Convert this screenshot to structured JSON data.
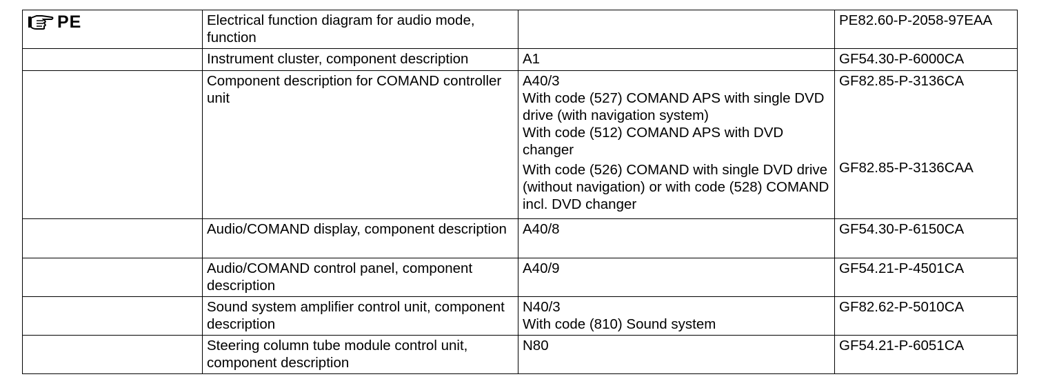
{
  "reference_prefix": {
    "label": "PE",
    "icon": "pointing-hand-icon"
  },
  "rows": [
    {
      "title": "Electrical function diagram for audio mode, function",
      "component": "",
      "doc": "PE82.60-P-2058-97EAA"
    },
    {
      "title": "Instrument cluster, component description",
      "component": "A1",
      "doc": "GF54.30-P-6000CA"
    },
    {
      "title": "Component description for COMAND controller unit",
      "component": "A40/3",
      "notes": [
        "With code (527) COMAND APS with single DVD drive (with navigation system)",
        "With code (512) COMAND APS with DVD changer",
        "With code (526) COMAND with single DVD drive (without navigation) or with code (528) COMAND incl. DVD changer"
      ],
      "doc": "GF82.85-P-3136CA",
      "doc_b": "GF82.85-P-3136CAA"
    },
    {
      "title": "Audio/COMAND display, component description",
      "component": "A40/8",
      "doc": "GF54.30-P-6150CA"
    },
    {
      "title": "Audio/COMAND control panel, component description",
      "component": "A40/9",
      "doc": "GF54.21-P-4501CA"
    },
    {
      "title": "Sound system amplifier control unit, component description",
      "component": "N40/3",
      "notes": [
        "With code (810) Sound system"
      ],
      "doc": "GF82.62-P-5010CA"
    },
    {
      "title": "Steering column tube module control unit, component description",
      "component": "N80",
      "doc": "GF54.21-P-6051CA"
    }
  ]
}
